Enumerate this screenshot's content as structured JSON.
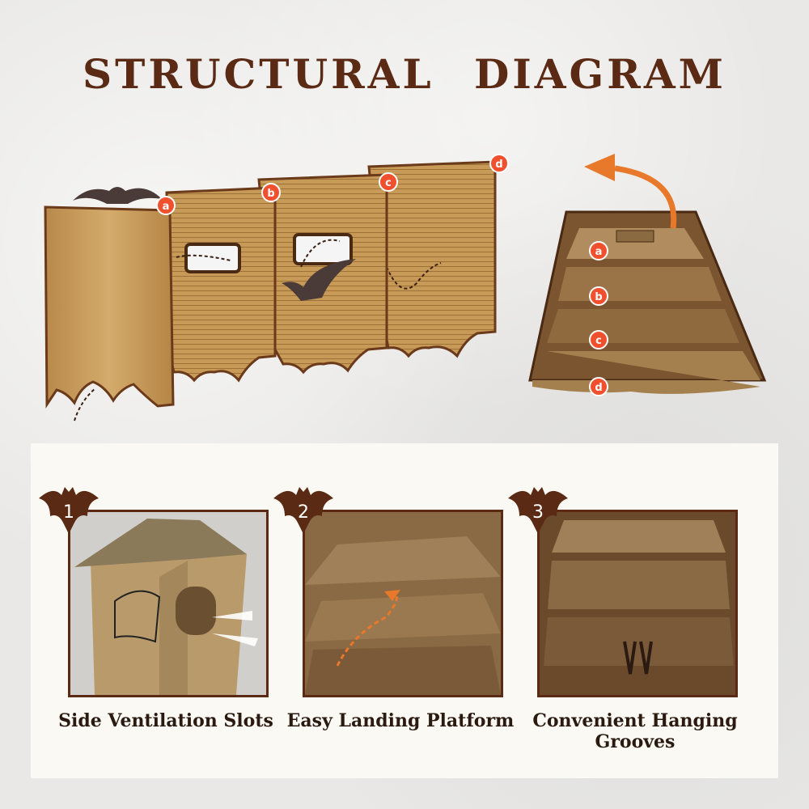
{
  "title": "STRUCTURAL DIAGRAM",
  "panel_labels": [
    "a",
    "b",
    "c",
    "d"
  ],
  "stack_labels": [
    "a",
    "b",
    "c",
    "d"
  ],
  "features": [
    {
      "number": "1",
      "caption": "Side Ventilation Slots"
    },
    {
      "number": "2",
      "caption": "Easy Landing Platform"
    },
    {
      "number": "3",
      "caption": "Convenient Hanging Grooves"
    }
  ],
  "colors": {
    "title": "#5a2a14",
    "label_circle": "#f0502e",
    "wood": "#c9a062",
    "frame": "#5a2a14",
    "arrow": "#e8782a"
  }
}
